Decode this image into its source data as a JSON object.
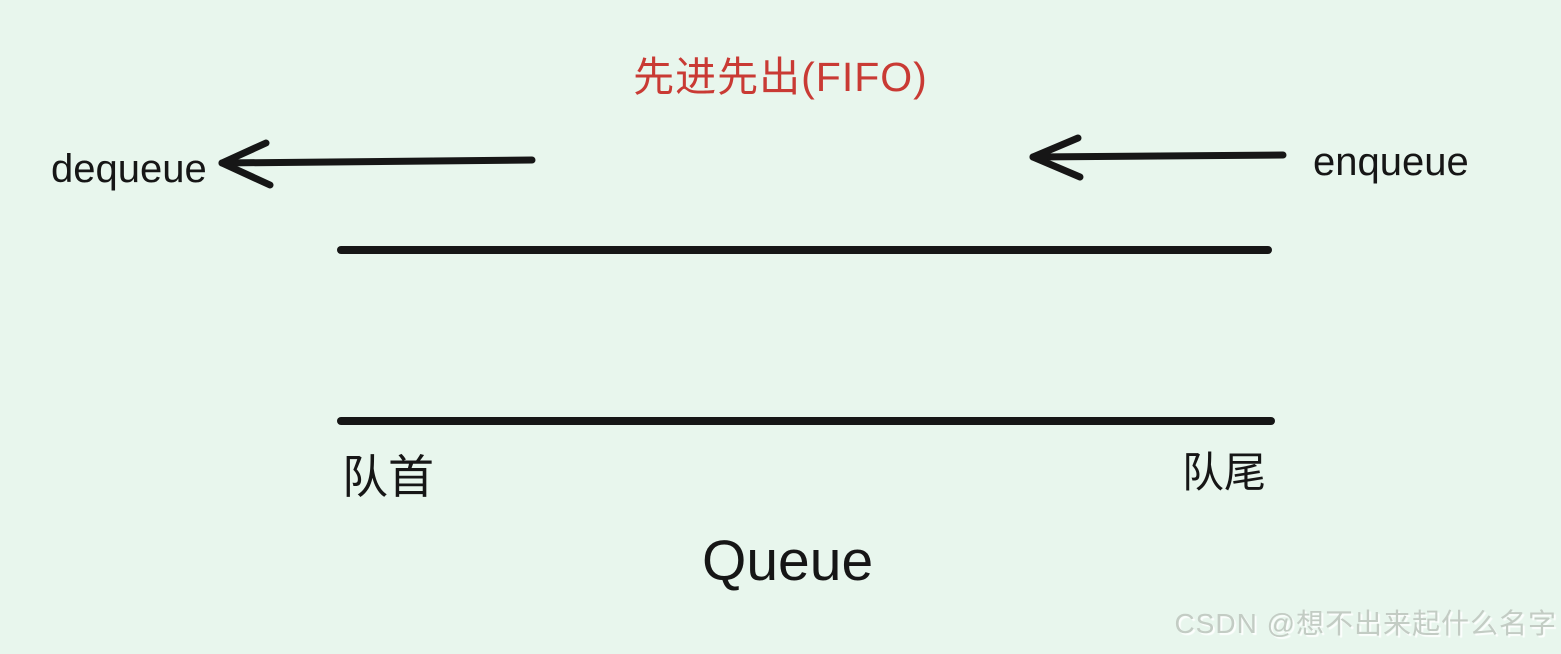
{
  "diagram": {
    "title": "先进先出(FIFO)",
    "dequeue_label": "dequeue",
    "enqueue_label": "enqueue",
    "front_label": "队首",
    "rear_label": "队尾",
    "caption": "Queue",
    "watermark": "CSDN @想不出来起什么名字"
  },
  "colors": {
    "background": "#e8f6ed",
    "accent": "#c93a34",
    "ink": "#161616",
    "watermark": "#c3ccc4"
  }
}
